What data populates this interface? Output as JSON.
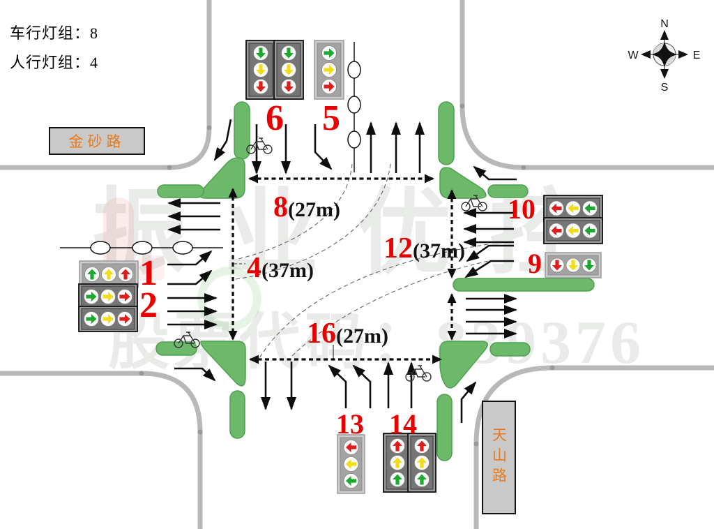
{
  "header": {
    "line1": "车行灯组：8",
    "line2": "人行灯组：4"
  },
  "compass": {
    "n": "N",
    "s": "S",
    "e": "E",
    "w": "W"
  },
  "roads": {
    "west": "金砂路",
    "south": "天山路"
  },
  "watermark": {
    "line1": "振业优控",
    "line2": "股票代码：839376"
  },
  "signals": {
    "g1": {
      "label": "1",
      "kind": "vehicle-signal",
      "head": "horizontal-single",
      "arrow_dir": "up",
      "lamp_order": "green-yellow-red"
    },
    "g2": {
      "label": "2",
      "kind": "vehicle-signal",
      "head": "horizontal-double",
      "arrow_dir": "right",
      "lamp_order": "green-yellow-red"
    },
    "g5": {
      "label": "5",
      "kind": "vehicle-signal",
      "head": "vertical-single",
      "arrow_dir": "right",
      "lamp_order": "green-yellow-red"
    },
    "g6": {
      "label": "6",
      "kind": "vehicle-signal",
      "head": "vertical-double",
      "arrow_dir": "down",
      "lamp_order": "green-yellow-red"
    },
    "g9": {
      "label": "9",
      "kind": "vehicle-signal",
      "head": "horizontal-single",
      "arrow_dir": "down",
      "lamp_order": "red-yellow-green"
    },
    "g10": {
      "label": "10",
      "kind": "vehicle-signal",
      "head": "horizontal-double",
      "arrow_dir": "left",
      "lamp_order": "red-yellow-green"
    },
    "g13": {
      "label": "13",
      "kind": "vehicle-signal",
      "head": "vertical-single",
      "arrow_dir": "left",
      "lamp_order": "red-yellow-green"
    },
    "g14": {
      "label": "14",
      "kind": "vehicle-signal",
      "head": "vertical-double",
      "arrow_dir": "up",
      "lamp_order": "red-yellow-green"
    }
  },
  "crosswalks": {
    "d4": {
      "label": "4",
      "length": "(37m)"
    },
    "d8": {
      "label": "8",
      "length": "(27m)"
    },
    "d12": {
      "label": "12",
      "length": "(37m)"
    },
    "d16": {
      "label": "16",
      "length": "(27m)"
    }
  },
  "colors": {
    "signal_number": "#e60000",
    "road_name": "#e87a1e",
    "island_green": "#6db96a",
    "road_edge": "#b8b8b8"
  }
}
